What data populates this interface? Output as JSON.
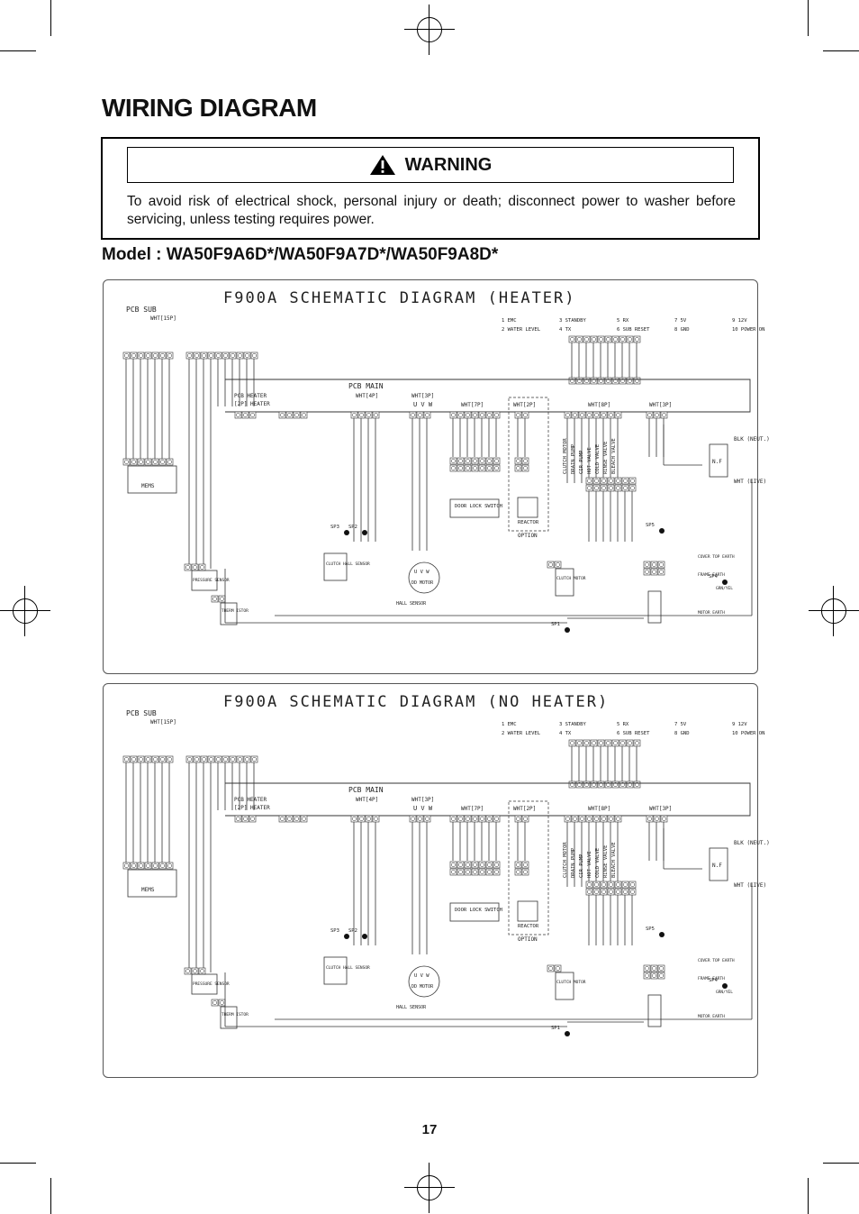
{
  "page": {
    "title": "WIRING DIAGRAM",
    "page_number": "17"
  },
  "warning": {
    "label": "WARNING",
    "text": "To avoid risk of electrical shock, personal injury or death; disconnect power to washer before servicing, unless testing requires power."
  },
  "model": "Model : WA50F9A6D*/WA50F9A7D*/WA50F9A8D*",
  "diagrams": [
    {
      "title": "F900A SCHEMATIC DIAGRAM (HEATER)",
      "pcb_sub": "PCB SUB",
      "pcb_main": "PCB MAIN",
      "connector_sub": "WHT[15P]",
      "connector_4p": "WHT[4P]",
      "connector_3p": "WHT[3P]",
      "connector_2p": "WHT[2P]",
      "connector_7p": "WHT[7P]",
      "connector_8p": "WHT[8P]",
      "heater": "PCB HEATER",
      "heater_conn": "[2P] HEATER",
      "uvw": "U V W",
      "mems": "MEMS",
      "door_lock": "DOOR LOCK SWITCH",
      "reactor": "REACTOR",
      "option": "OPTION",
      "clutch_hall": "CLUTCH HALL SENSOR",
      "hall_sensor": "HALL SENSOR",
      "dd_motor": "DD MOTOR",
      "pressure": "PRESSURE SENSOR",
      "thermistor": "THERM ISTOR",
      "clutch_motor": "CLUTCH MOTOR",
      "nf": "N.F",
      "neut": "BLK (NEUT.)",
      "live": "WHT (LIVE)",
      "cover_earth": "COVER TOP EARTH",
      "frame_earth": "FRAME EARTH",
      "motor_earth": "MOTOR EARTH",
      "grn_yel": "GRN/YEL",
      "legend": [
        "1 EMC",
        "2 WATER LEVEL",
        "3 STANDBY",
        "4 TX",
        "5 RX",
        "6 SUB RESET",
        "7 5V",
        "8 GND",
        "9 12V",
        "10 POWER ON"
      ],
      "valves": [
        "CLUTCH MOTOR",
        "DRAIN PUMP",
        "CIR PUMP",
        "HOT VALVE",
        "COLD VALVE",
        "RINSE VALVE",
        "BLEACH VALVE"
      ],
      "sp": [
        "SP1",
        "SP2",
        "SP3",
        "SP4",
        "SP5"
      ]
    },
    {
      "title": "F900A SCHEMATIC DIAGRAM (NO HEATER)",
      "pcb_sub": "PCB SUB",
      "pcb_main": "PCB MAIN",
      "connector_sub": "WHT[15P]",
      "connector_4p": "WHT[4P]",
      "connector_3p": "WHT[3P]",
      "connector_2p": "WHT[2P]",
      "connector_7p": "WHT[7P]",
      "connector_8p": "WHT[8P]",
      "heater": "PCB HEATER",
      "heater_conn": "[2P] HEATER",
      "uvw": "U V W",
      "mems": "MEMS",
      "door_lock": "DOOR LOCK SWITCH",
      "reactor": "REACTOR",
      "option": "OPTION",
      "clutch_hall": "CLUTCH HALL SENSOR",
      "hall_sensor": "HALL SENSOR",
      "dd_motor": "DD MOTOR",
      "pressure": "PRESSURE SENSOR",
      "thermistor": "THERM ISTOR",
      "clutch_motor": "CLUTCH MOTOR",
      "nf": "N.F",
      "neut": "BLK (NEUT.)",
      "live": "WHT (LIVE)",
      "cover_earth": "COVER TOP EARTH",
      "frame_earth": "FRAME EARTH",
      "motor_earth": "MOTOR EARTH",
      "grn_yel": "GRN/YEL",
      "legend": [
        "1 EMC",
        "2 WATER LEVEL",
        "3 STANDBY",
        "4 TX",
        "5 RX",
        "6 SUB RESET",
        "7 5V",
        "8 GND",
        "9 12V",
        "10 POWER ON"
      ],
      "valves": [
        "CLUTCH MOTOR",
        "DRAIN PUMP",
        "CIR PUMP",
        "HOT VALVE",
        "COLD VALVE",
        "RINSE VALVE",
        "BLEACH VALVE"
      ],
      "sp": [
        "SP1",
        "SP2",
        "SP3",
        "SP4",
        "SP5"
      ]
    }
  ]
}
